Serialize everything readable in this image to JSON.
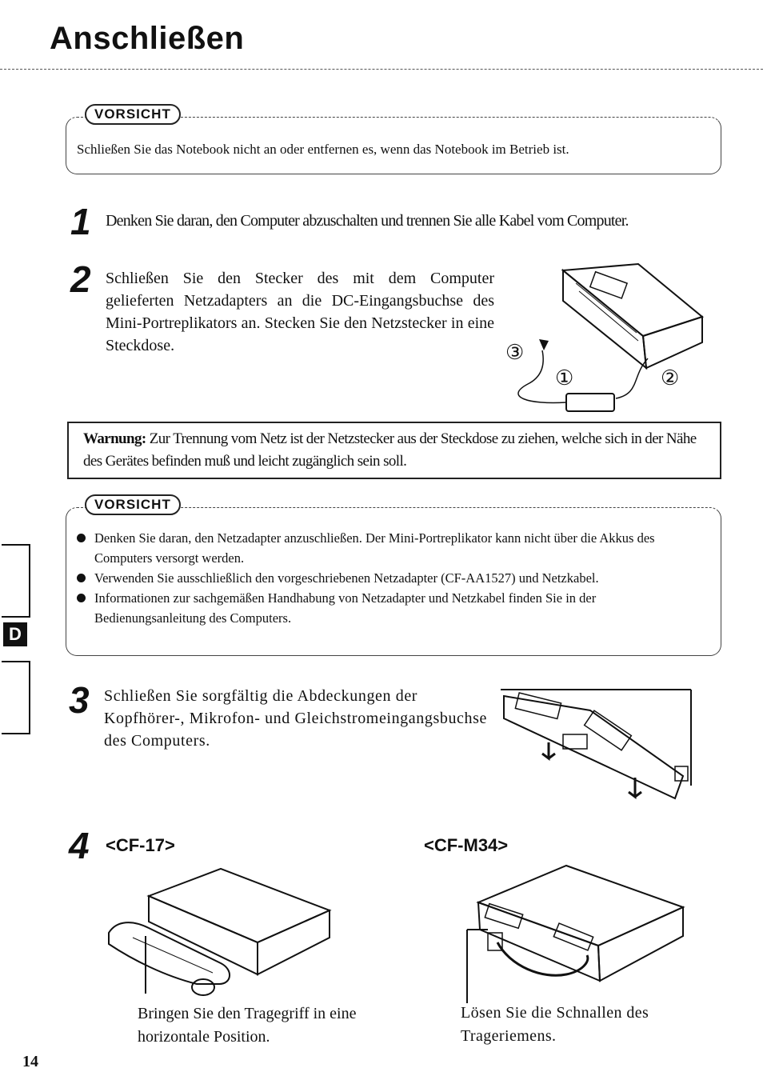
{
  "page": {
    "title": "Anschließen",
    "page_number": "14",
    "section_tab": "D"
  },
  "caution1": {
    "badge": "VORSICHT",
    "text": "Schließen Sie das Notebook nicht an oder entfernen es, wenn das Notebook im Betrieb ist."
  },
  "steps": [
    {
      "number": "1",
      "text": "Denken Sie daran, den Computer abzuschalten und trennen Sie alle Kabel vom Computer."
    },
    {
      "number": "2",
      "text": "Schließen Sie den Stecker des mit dem Computer gelieferten Netzadapters an die DC-Eingangsbuchse des Mini-Portreplikators an. Stecken Sie den Netzstecker in eine Steckdose."
    },
    {
      "number": "3",
      "text": "Schließen Sie sorgfältig die Abdeckungen der Kopfhörer-, Mikrofon- und Gleichstromeingangsbuchse des Computers."
    },
    {
      "number": "4"
    }
  ],
  "step2_callouts": [
    "③",
    "①",
    "②"
  ],
  "warning": {
    "label": "Warnung:",
    "text": " Zur Trennung vom Netz ist der Netzstecker aus der Steckdose zu ziehen, welche sich in der Nähe des Gerätes befinden muß und leicht zugänglich sein soll."
  },
  "caution2": {
    "badge": "VORSICHT",
    "items": [
      "Denken Sie daran, den Netzadapter anzuschließen. Der Mini-Portreplikator kann nicht über die Akkus des Computers versorgt werden.",
      "Verwenden Sie ausschließlich den vorgeschriebenen Netzadapter (CF-AA1527) und Netzkabel.",
      "Informationen zur sachgemäßen Handhabung von Netzadapter und Netzkabel finden Sie in der Bedienungsanleitung des Computers."
    ]
  },
  "models": [
    {
      "name": "<CF-17>",
      "caption": "Bringen Sie den Tragegriff in eine horizontale Position."
    },
    {
      "name": "<CF-M34>",
      "caption": "Lösen Sie die Schnallen des Trageriemens."
    }
  ]
}
